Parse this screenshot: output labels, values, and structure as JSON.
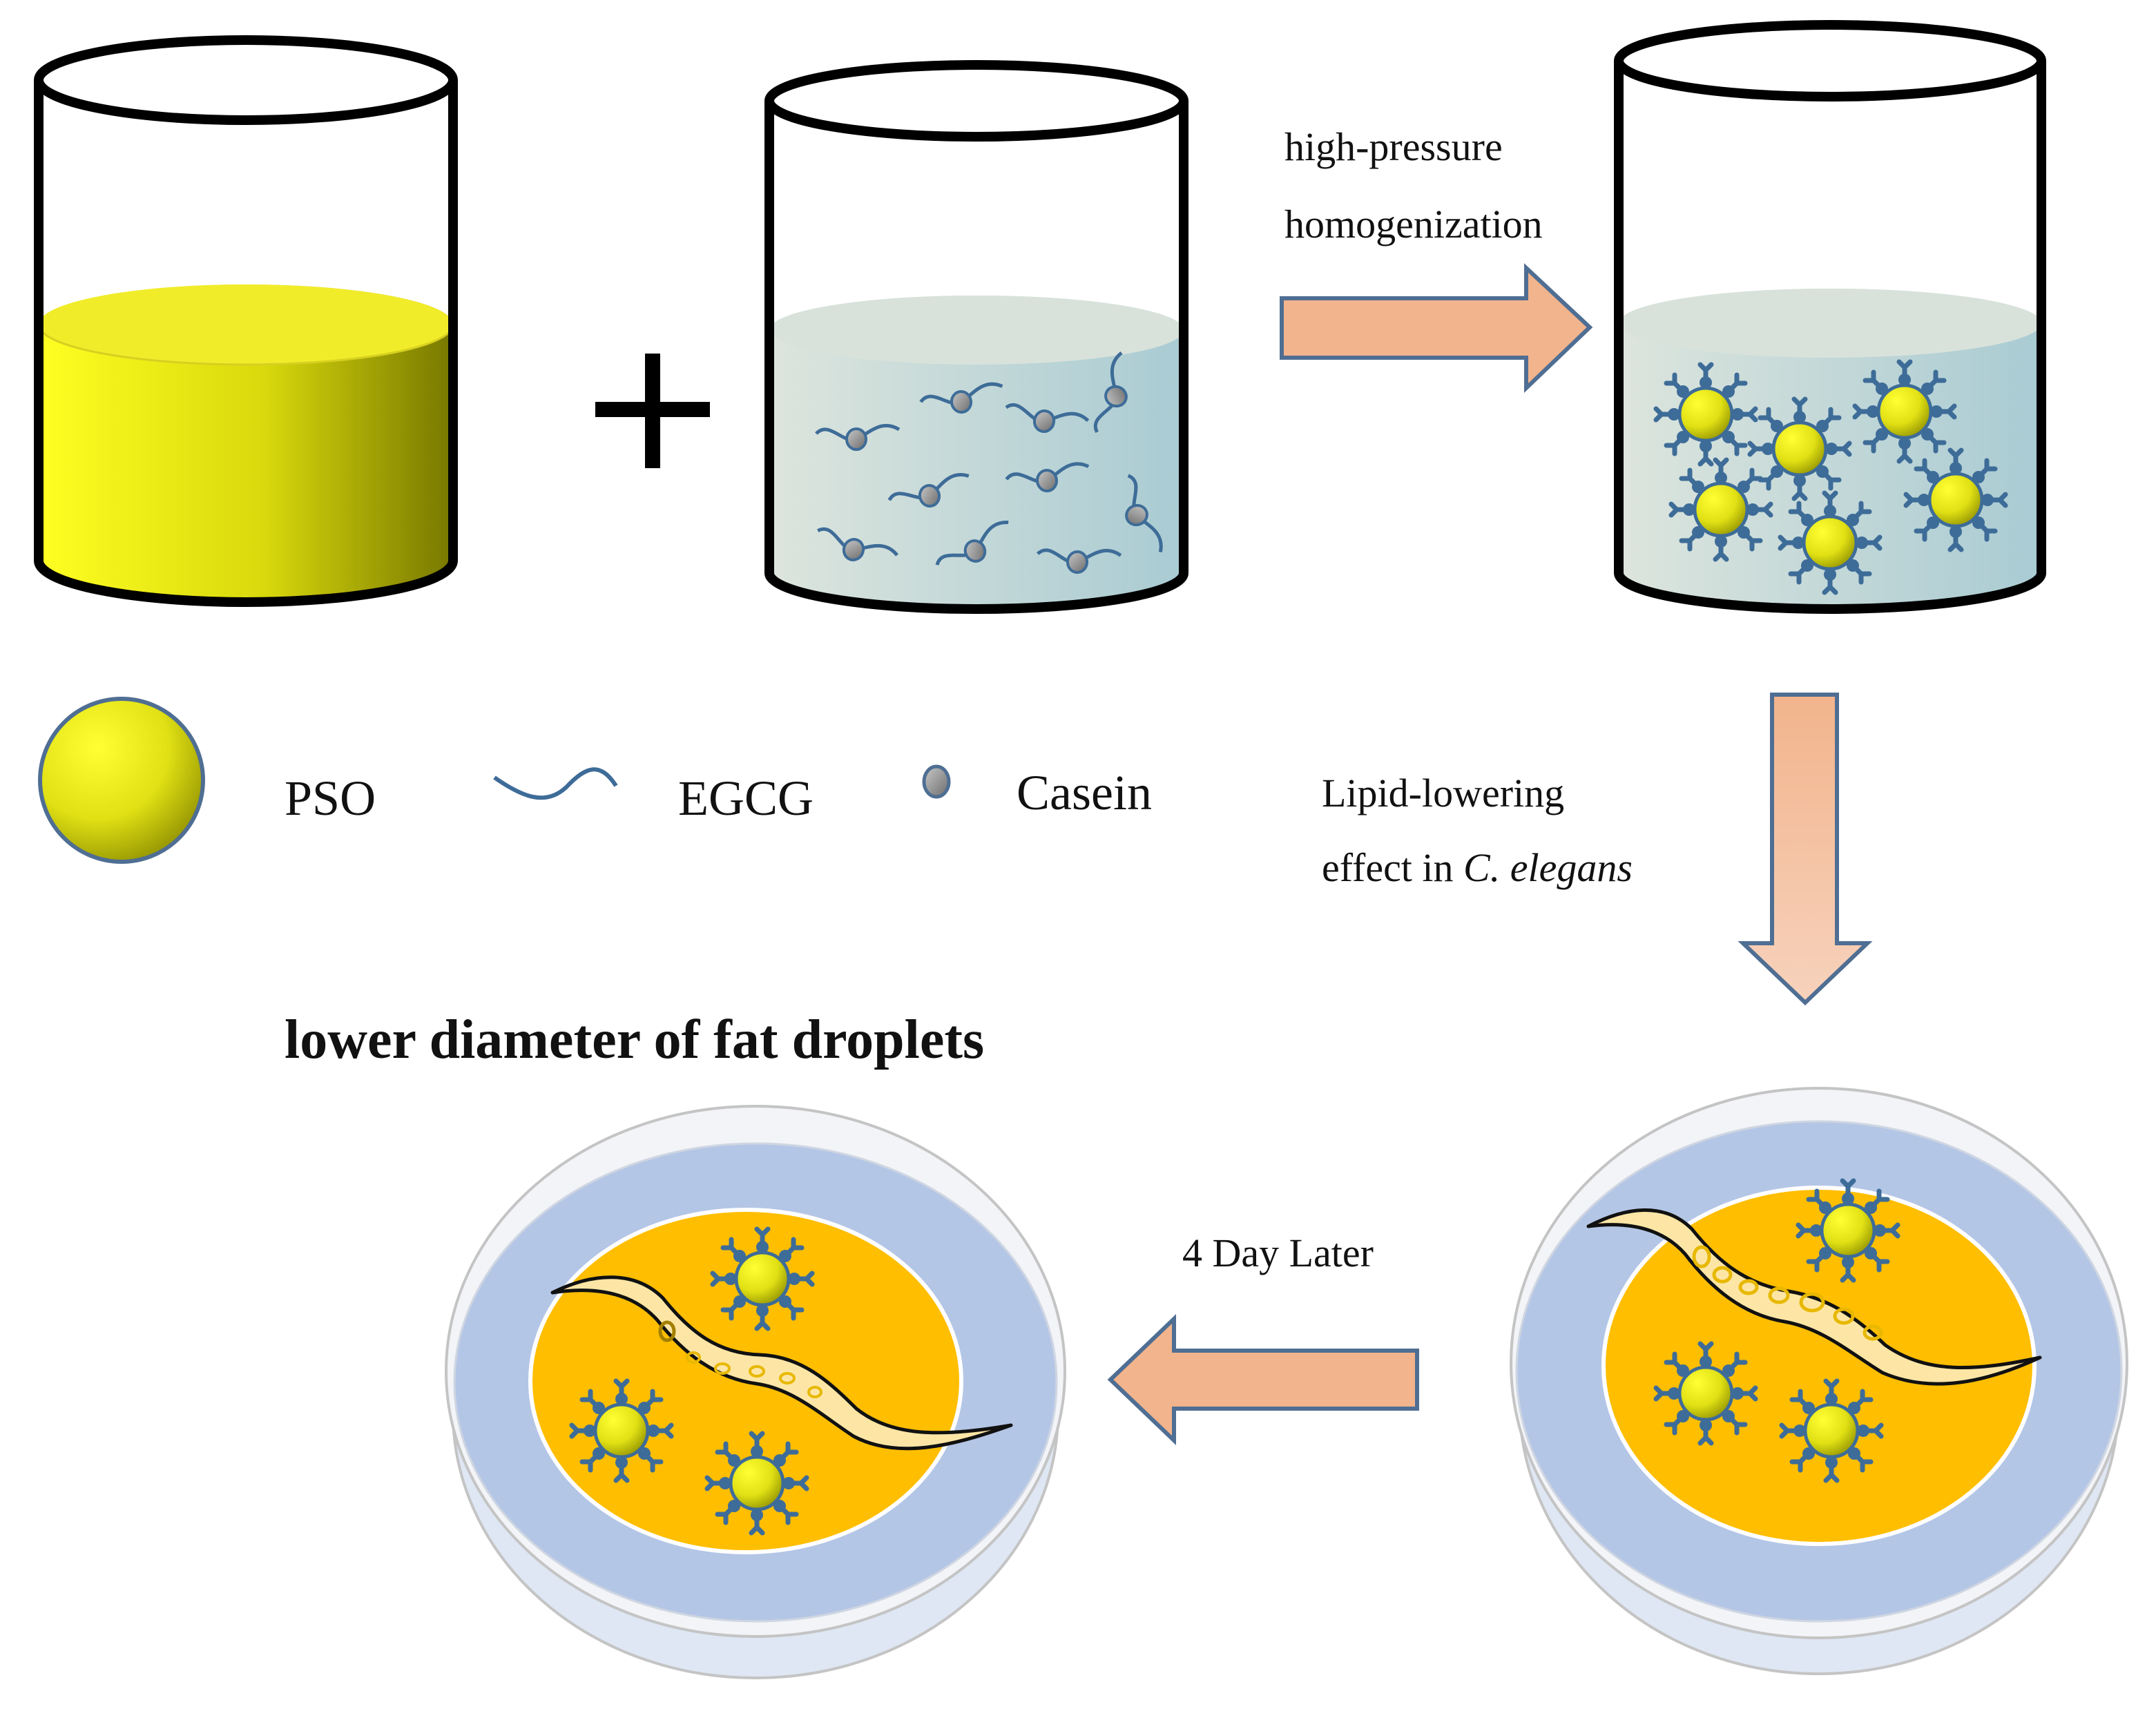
{
  "labels": {
    "step_high_pressure_line1": "high-pressure",
    "step_high_pressure_line2": "homogenization",
    "step_lipid_line1": "Lipid-lowering",
    "step_lipid_line2_prefix": "effect in ",
    "step_lipid_line2_species": "C. elegans",
    "step_days": "4 Day Later",
    "result_heading": "lower diameter of fat droplets"
  },
  "legend": [
    {
      "label": "PSO",
      "icon": "pso-droplet-icon"
    },
    {
      "label": "EGCG",
      "icon": "egcg-strand-icon"
    },
    {
      "label": "Casein",
      "icon": "casein-bead-icon"
    }
  ],
  "colors": {
    "oil_yellow": "#f3f319",
    "oil_dark": "#777700",
    "water_tint": "#dde5e0",
    "water_blue": "#a8cad1",
    "arrow_fill": "#f2b48c",
    "arrow_fill_light": "#f5c9ae",
    "arrow_stroke": "#4f6e93",
    "dish_ring": "#b4c6e6",
    "agar_orange": "#ffbe00",
    "worm_fill": "#fde6a5",
    "casein_strand": "#3e6c98"
  }
}
